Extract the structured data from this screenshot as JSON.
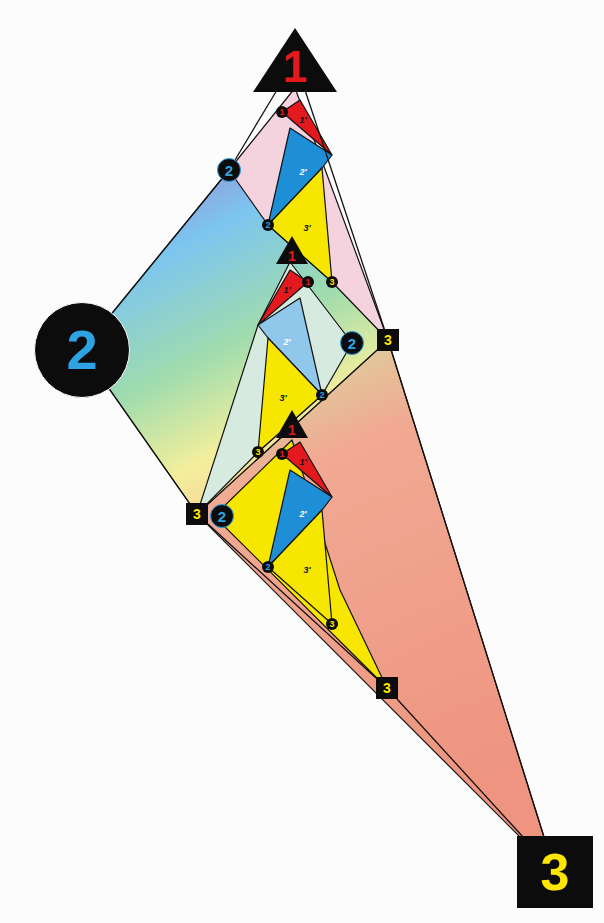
{
  "diagram": {
    "nodes": [
      {
        "text": [
          "1"
        ]
      },
      {
        "text": [
          "2"
        ]
      },
      {
        "text": [
          "1"
        ]
      },
      {
        "text": [
          "2"
        ]
      },
      {
        "text": [
          "3"
        ]
      },
      {
        "text": [
          "2"
        ]
      },
      {
        "text": [
          "1"
        ]
      },
      {
        "text": [
          "3"
        ]
      },
      {
        "text": [
          "2"
        ]
      },
      {
        "text": [
          "3"
        ]
      },
      {
        "text": [
          "3"
        ]
      }
    ],
    "edges": [
      {
        "from": 0,
        "to": 1,
        "arrow": "none"
      },
      {
        "from": 0,
        "to": 4,
        "arrow": "none"
      },
      {
        "from": 1,
        "to": 5,
        "arrow": "none"
      },
      {
        "from": 5,
        "to": 7,
        "arrow": "none"
      },
      {
        "from": 7,
        "to": 9,
        "arrow": "none"
      },
      {
        "from": 9,
        "to": 10,
        "arrow": "none"
      },
      {
        "from": 4,
        "to": 10,
        "arrow": "none"
      }
    ],
    "labels": [
      "1",
      "1'",
      "2'",
      "2",
      "3'",
      "3",
      "1",
      "1'",
      "2'",
      "2",
      "3'",
      "3",
      "1",
      "1'",
      "2'",
      "2",
      "3'",
      "3"
    ]
  }
}
